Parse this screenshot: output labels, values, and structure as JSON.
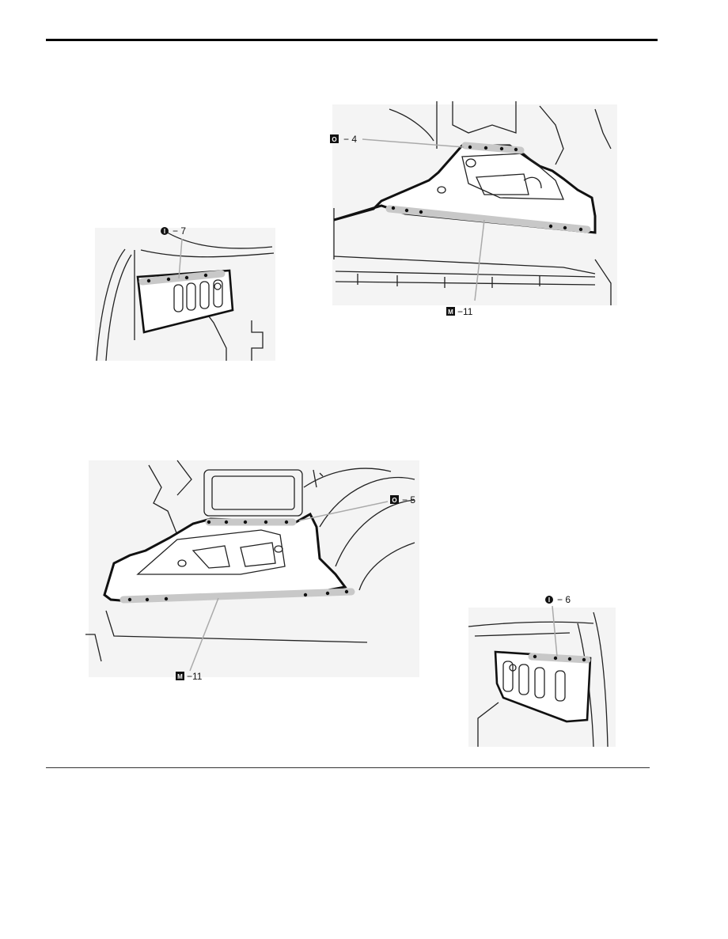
{
  "figures": [
    {
      "id": "fig-tl",
      "callouts": [
        {
          "badge": "I",
          "badge_style": "circle",
          "label": "− 7"
        }
      ]
    },
    {
      "id": "fig-tr",
      "callouts": [
        {
          "badge": "O",
          "badge_style": "square",
          "label": "− 4"
        },
        {
          "badge": "M",
          "badge_style": "square",
          "label": "−11"
        }
      ]
    },
    {
      "id": "fig-bl",
      "callouts": [
        {
          "badge": "O",
          "badge_style": "square",
          "label": "− 5"
        },
        {
          "badge": "M",
          "badge_style": "square",
          "label": "−11"
        }
      ]
    },
    {
      "id": "fig-br",
      "callouts": [
        {
          "badge": "I",
          "badge_style": "circle",
          "label": "− 6"
        }
      ]
    }
  ],
  "colors": {
    "line": "#111111",
    "weld_band": "#c8c8c8",
    "badge": "#111111"
  }
}
